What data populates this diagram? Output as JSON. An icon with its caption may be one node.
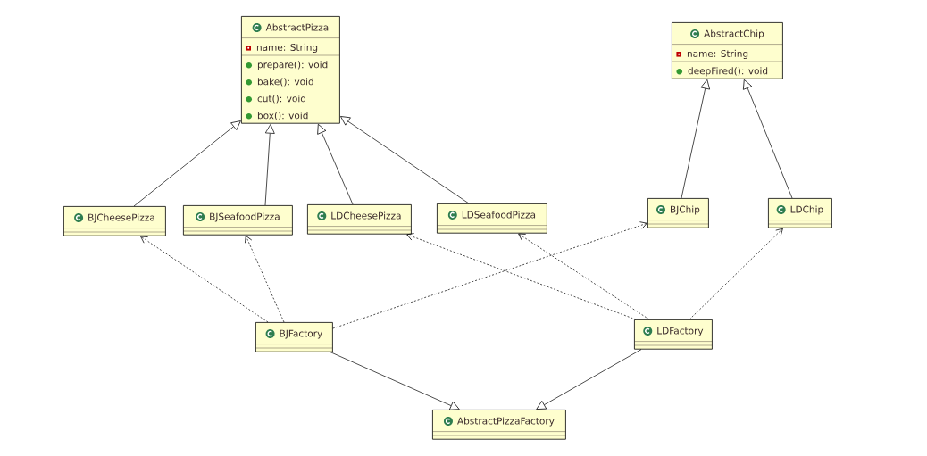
{
  "diagram": {
    "nodes": [
      {
        "text": [
          "AbstractPizza",
          "name: String",
          "prepare(): void",
          "bake(): void",
          "cut(): void",
          "box(): void"
        ]
      },
      {
        "text": [
          "AbstractChip",
          "name: String",
          "deepFired(): void"
        ]
      },
      {
        "text": [
          "BJCheesePizza"
        ]
      },
      {
        "text": [
          "BJSeafoodPizza"
        ]
      },
      {
        "text": [
          "LDCheesePizza"
        ]
      },
      {
        "text": [
          "LDSeafoodPizza"
        ]
      },
      {
        "text": [
          "BJChip"
        ]
      },
      {
        "text": [
          "LDChip"
        ]
      },
      {
        "text": [
          "BJFactory"
        ]
      },
      {
        "text": [
          "LDFactory"
        ]
      },
      {
        "text": [
          "AbstractPizzaFactory"
        ]
      }
    ],
    "edges": [
      {
        "from": 2,
        "to": 0,
        "arrow": "to"
      },
      {
        "from": 3,
        "to": 0,
        "arrow": "to"
      },
      {
        "from": 4,
        "to": 0,
        "arrow": "to"
      },
      {
        "from": 5,
        "to": 0,
        "arrow": "to"
      },
      {
        "from": 6,
        "to": 1,
        "arrow": "to"
      },
      {
        "from": 7,
        "to": 1,
        "arrow": "to"
      },
      {
        "from": 8,
        "to": 10,
        "arrow": "to"
      },
      {
        "from": 9,
        "to": 10,
        "arrow": "to"
      },
      {
        "from": 8,
        "to": 2,
        "arrow": "to",
        "style": "dashed"
      },
      {
        "from": 8,
        "to": 3,
        "arrow": "to",
        "style": "dashed"
      },
      {
        "from": 8,
        "to": 6,
        "arrow": "to",
        "style": "dashed"
      },
      {
        "from": 9,
        "to": 4,
        "arrow": "to",
        "style": "dashed"
      },
      {
        "from": 9,
        "to": 5,
        "arrow": "to",
        "style": "dashed"
      },
      {
        "from": 9,
        "to": 7,
        "arrow": "to",
        "style": "dashed"
      }
    ]
  }
}
